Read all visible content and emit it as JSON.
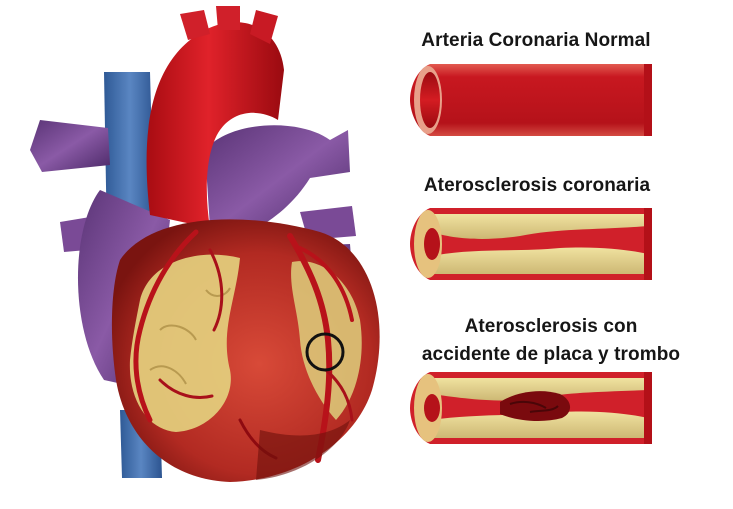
{
  "labels": {
    "normal": "Arteria Coronaria Normal",
    "atherosclerosis": "Aterosclerosis coronaria",
    "plaque_line1": "Aterosclerosis con",
    "plaque_line2": "accidente de placa y trombo"
  },
  "colors": {
    "vessel_red": "#c8141c",
    "vessel_dark": "#8e0a10",
    "vein_blue": "#3d6aa8",
    "vein_purple": "#6a3f86",
    "plaque_yellow": "#e6d68a",
    "wall_pink": "#e89a86"
  }
}
